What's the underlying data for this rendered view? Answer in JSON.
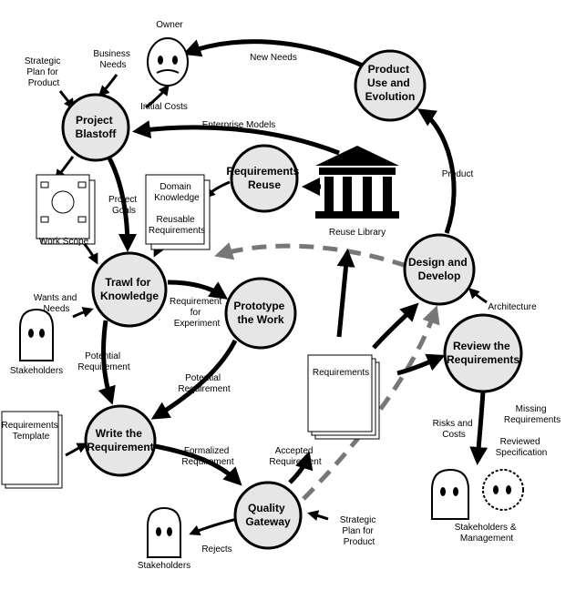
{
  "processes": {
    "project_blastoff": [
      "Project",
      "Blastoff"
    ],
    "requirements_reuse": [
      "Requirements",
      "Reuse"
    ],
    "trawl_for_knowledge": [
      "Trawl for",
      "Knowledge"
    ],
    "prototype_the_work": [
      "Prototype",
      "the Work"
    ],
    "write_the_requirement": [
      "Write the",
      "Requirement"
    ],
    "quality_gateway": [
      "Quality",
      "Gateway"
    ],
    "design_and_develop": [
      "Design and",
      "Develop"
    ],
    "review_the_requirements": [
      "Review the",
      "Requirements"
    ],
    "product_use_and_evolution": [
      "Product",
      "Use and",
      "Evolution"
    ]
  },
  "labels": {
    "owner": [
      "Owner"
    ],
    "business_needs": [
      "Business",
      "Needs"
    ],
    "strategic_plan_top": [
      "Strategic",
      "Plan for",
      "Product"
    ],
    "new_needs": [
      "New Needs"
    ],
    "initial_costs": [
      "Initial Costs"
    ],
    "enterprise_models": [
      "Enterprise Models"
    ],
    "domain_knowledge": [
      "Domain",
      "Knowledge"
    ],
    "reusable_requirements": [
      "Reusable",
      "Requirements"
    ],
    "project_goals": [
      "Project",
      "Goals"
    ],
    "work_scope": [
      "Work Scope"
    ],
    "reuse_library": [
      "Reuse Library"
    ],
    "product": [
      "Product"
    ],
    "wants_and_needs": [
      "Wants and",
      "Needs"
    ],
    "requirement_for_experiment": [
      "Requirement",
      "for",
      "Experiment"
    ],
    "architecture": [
      "Architecture"
    ],
    "stakeholders_left": [
      "Stakeholders"
    ],
    "potential_requirement_left": [
      "Potential",
      "Requirement"
    ],
    "potential_requirement_mid": [
      "Potential",
      "Requirement"
    ],
    "requirements_doc": [
      "Requirements"
    ],
    "requirements_template": [
      "Requirements",
      "Template"
    ],
    "risks_and_costs": [
      "Risks and",
      "Costs"
    ],
    "missing_requirements": [
      "Missing",
      "Requirements"
    ],
    "reviewed_specification": [
      "Reviewed",
      "Specification"
    ],
    "formalized_requirement": [
      "Formalized",
      "Requirement"
    ],
    "accepted_requirement": [
      "Accepted",
      "Requirement"
    ],
    "strategic_plan_bottom": [
      "Strategic",
      "Plan for",
      "Product"
    ],
    "stakeholders_management": [
      "Stakeholders &",
      "Management"
    ],
    "rejects": [
      "Rejects"
    ],
    "stakeholders_bottom": [
      "Stakeholders"
    ]
  },
  "colors": {
    "process_fill": "#e6e6e6",
    "dashed_flow": "#777777",
    "ink": "#000000"
  }
}
